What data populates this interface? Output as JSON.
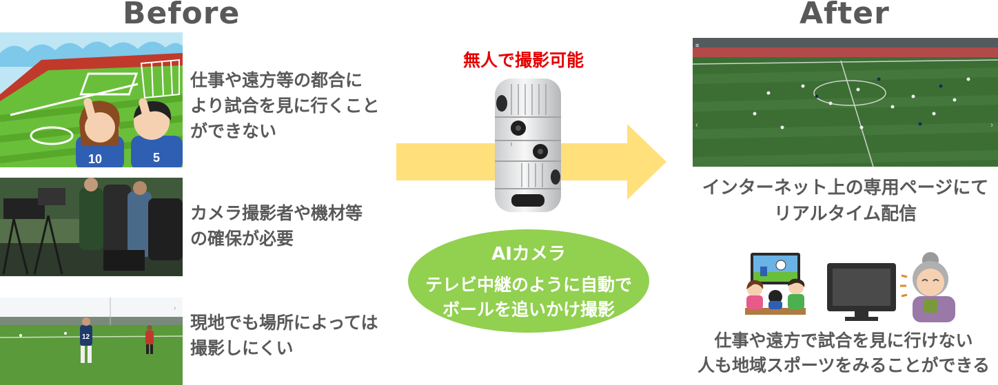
{
  "before": {
    "title": "Before",
    "items": [
      {
        "text_lines": [
          "仕事や遠方等の都合に",
          "より試合を見に行くこと",
          "ができない"
        ]
      },
      {
        "text_lines": [
          "カメラ撮影者や機材等",
          "の確保が必要"
        ]
      },
      {
        "text_lines": [
          "現地でも場所によっては",
          "撮影しにくい"
        ]
      }
    ]
  },
  "center": {
    "headline": "無人で撮影可能",
    "ellipse_title": "AIカメラ",
    "ellipse_lines": [
      "テレビ中継のように自動で",
      "ボールを追いかけ撮影"
    ],
    "arrow_color": "#ffe07a",
    "ellipse_color": "#92d050"
  },
  "after": {
    "title": "After",
    "caption1_lines": [
      "インターネット上の専用ページにて",
      "リアルタイム配信"
    ],
    "caption2_lines": [
      "仕事や遠方で試合を見に行けない",
      "人も地域スポーツをみることができる"
    ]
  },
  "colors": {
    "text": "#595959",
    "accent_red": "#e60000"
  }
}
